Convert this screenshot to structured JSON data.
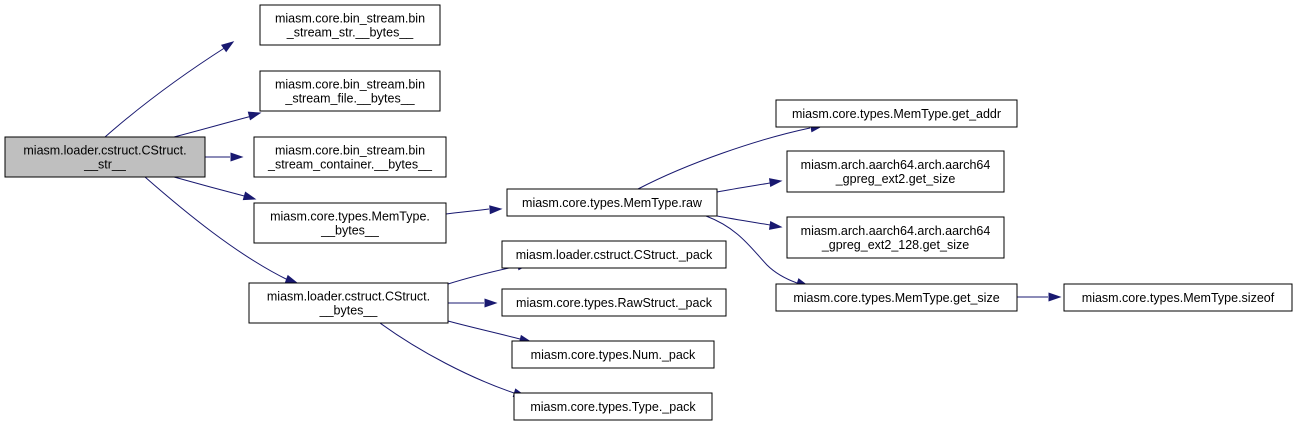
{
  "diagram": {
    "type": "call-graph",
    "root": "n_str",
    "colors": {
      "edge": "#191970",
      "root_fill": "#bfbfbf",
      "node_fill": "#ffffff",
      "node_border": "#000000"
    },
    "nodes": [
      {
        "id": "n_str",
        "lines": [
          "miasm.loader.cstruct.CStruct.",
          "__str__"
        ]
      },
      {
        "id": "n_bs_str",
        "lines": [
          "miasm.core.bin_stream.bin",
          "_stream_str.__bytes__"
        ]
      },
      {
        "id": "n_bs_file",
        "lines": [
          "miasm.core.bin_stream.bin",
          "_stream_file.__bytes__"
        ]
      },
      {
        "id": "n_bs_cont",
        "lines": [
          "miasm.core.bin_stream.bin",
          "_stream_container.__bytes__"
        ]
      },
      {
        "id": "n_mt_bytes",
        "lines": [
          "miasm.core.types.MemType.",
          "__bytes__"
        ]
      },
      {
        "id": "n_cs_bytes",
        "lines": [
          "miasm.loader.cstruct.CStruct.",
          "__bytes__"
        ]
      },
      {
        "id": "n_mt_raw",
        "lines": [
          "miasm.core.types.MemType.raw"
        ]
      },
      {
        "id": "n_cs_pack",
        "lines": [
          "miasm.loader.cstruct.CStruct._pack"
        ]
      },
      {
        "id": "n_rs_pack",
        "lines": [
          "miasm.core.types.RawStruct._pack"
        ]
      },
      {
        "id": "n_num_pack",
        "lines": [
          "miasm.core.types.Num._pack"
        ]
      },
      {
        "id": "n_type_pack",
        "lines": [
          "miasm.core.types.Type._pack"
        ]
      },
      {
        "id": "n_get_addr",
        "lines": [
          "miasm.core.types.MemType.get_addr"
        ]
      },
      {
        "id": "n_ext2",
        "lines": [
          "miasm.arch.aarch64.arch.aarch64",
          "_gpreg_ext2.get_size"
        ]
      },
      {
        "id": "n_ext2_128",
        "lines": [
          "miasm.arch.aarch64.arch.aarch64",
          "_gpreg_ext2_128.get_size"
        ]
      },
      {
        "id": "n_get_size",
        "lines": [
          "miasm.core.types.MemType.get_size"
        ]
      },
      {
        "id": "n_sizeof",
        "lines": [
          "miasm.core.types.MemType.sizeof"
        ]
      }
    ],
    "edges": [
      {
        "from": "n_str",
        "to": "n_bs_str"
      },
      {
        "from": "n_str",
        "to": "n_bs_file"
      },
      {
        "from": "n_str",
        "to": "n_bs_cont"
      },
      {
        "from": "n_str",
        "to": "n_mt_bytes"
      },
      {
        "from": "n_str",
        "to": "n_cs_bytes"
      },
      {
        "from": "n_mt_bytes",
        "to": "n_mt_raw"
      },
      {
        "from": "n_mt_raw",
        "to": "n_get_addr"
      },
      {
        "from": "n_mt_raw",
        "to": "n_ext2"
      },
      {
        "from": "n_mt_raw",
        "to": "n_ext2_128"
      },
      {
        "from": "n_mt_raw",
        "to": "n_get_size"
      },
      {
        "from": "n_get_size",
        "to": "n_sizeof"
      },
      {
        "from": "n_cs_bytes",
        "to": "n_cs_pack"
      },
      {
        "from": "n_cs_bytes",
        "to": "n_rs_pack"
      },
      {
        "from": "n_cs_bytes",
        "to": "n_num_pack"
      },
      {
        "from": "n_cs_bytes",
        "to": "n_type_pack"
      }
    ]
  }
}
